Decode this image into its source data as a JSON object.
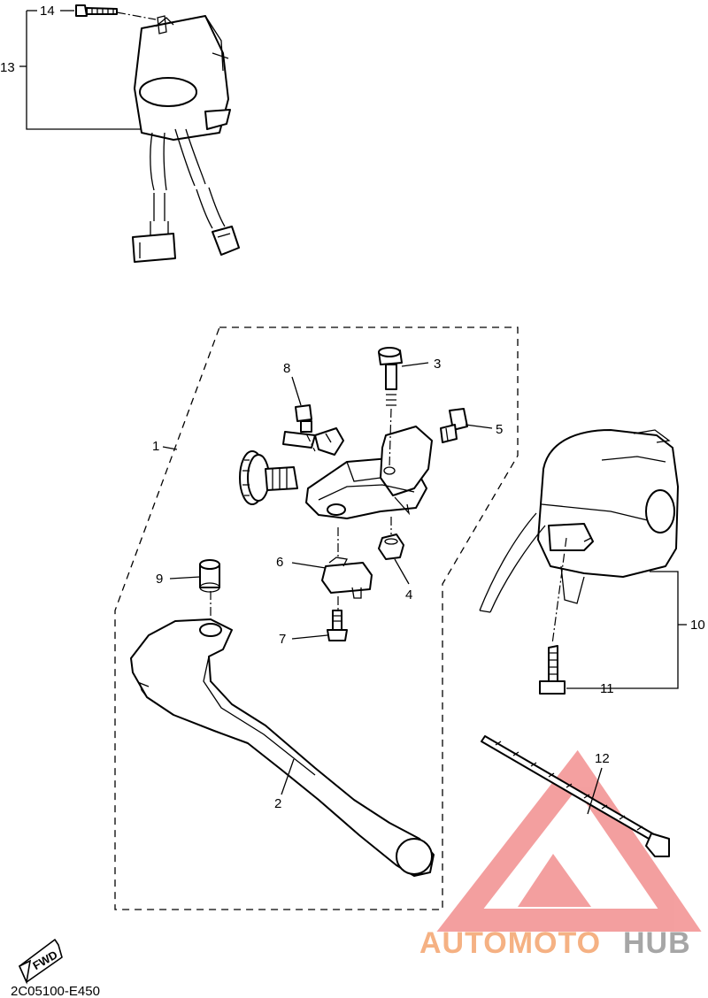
{
  "callouts": {
    "c1": "1",
    "c2": "2",
    "c3": "3",
    "c4": "4",
    "c5": "5",
    "c6": "6",
    "c7": "7",
    "c8": "8",
    "c9": "9",
    "c10": "10",
    "c11": "11",
    "c12": "12",
    "c13": "13",
    "c14": "14"
  },
  "diagram_code": "2C05100-E450",
  "fwd_label": "FWD",
  "watermark": {
    "part1": "AUTOMOTO",
    "part2": "HUB",
    "color1": "#f5b183",
    "color2": "#a6a6a6",
    "triangle_color": "#f08080"
  },
  "icons": [
    "fwd-arrow-icon",
    "watermark-triangle-icon"
  ]
}
